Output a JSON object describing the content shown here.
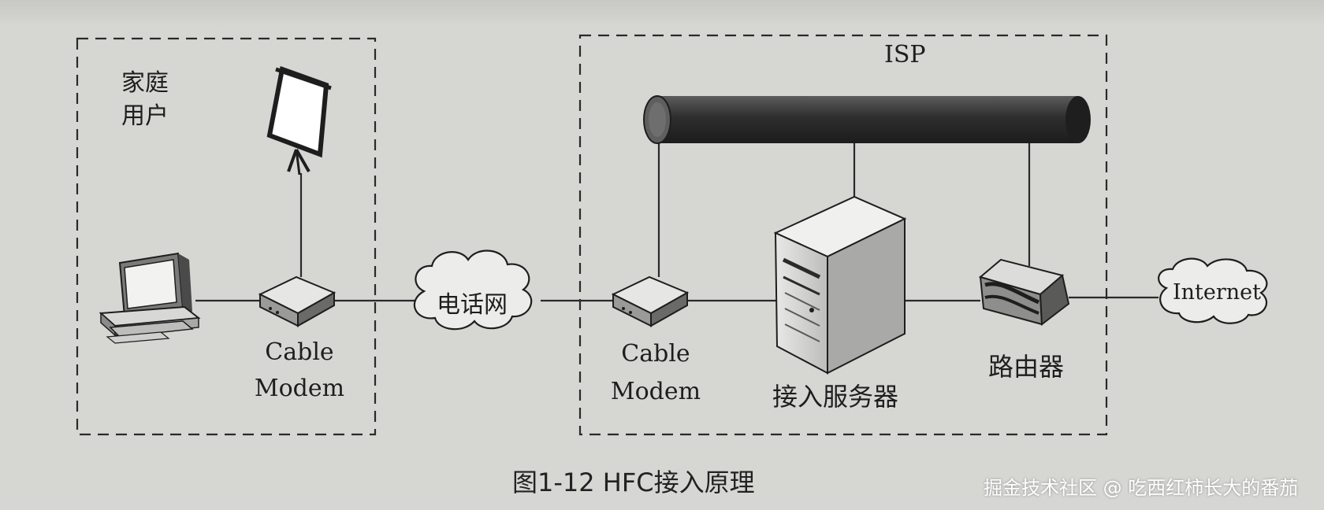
{
  "figure": {
    "caption": "图1-12   HFC接入原理",
    "home_box_label_line1": "家庭",
    "home_box_label_line2": "用户",
    "isp_box_label": "ISP",
    "home_modem_label_line1": "Cable",
    "home_modem_label_line2": "Modem",
    "isp_modem_label_line1": "Cable",
    "isp_modem_label_line2": "Modem",
    "phone_network_label": "电话网",
    "internet_label": "Internet",
    "access_server_label": "接入服务器",
    "router_label": "路由器"
  },
  "watermark": {
    "text": "掘金技术社区 @ 吃西红柿长大的番茄"
  },
  "colors": {
    "background": "#d6d6d3",
    "line": "#2a2a2a",
    "cable": "#3a3a3a",
    "device_light": "#f0f0ee",
    "device_dark": "#555555"
  }
}
